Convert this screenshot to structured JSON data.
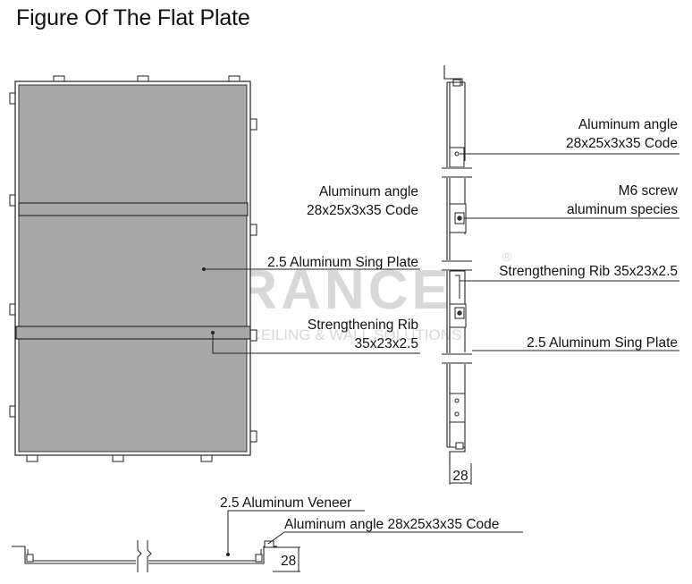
{
  "title": "Figure Of The Flat Plate",
  "watermark": {
    "brand": "PRANCE",
    "tagline": "METAL CEILING & WALL SOLUTIONS",
    "registered": "®"
  },
  "front_view": {
    "label_sing_plate": "2.5 Aluminum Sing Plate",
    "label_rib_line1": "Strengthening Rib",
    "label_rib_line2": "35x23x2.5"
  },
  "section_view": {
    "angle_left_line1": "Aluminum angle",
    "angle_left_line2": "28x25x3x35 Code",
    "angle_right_line1": "Aluminum angle",
    "angle_right_line2": "28x25x3x35 Code",
    "screw_line1": "M6 screw",
    "screw_line2": "aluminum species",
    "rib": "Strengthening Rib 35x23x2.5",
    "sing_plate": "2.5 Aluminum Sing Plate",
    "dimension": "28"
  },
  "bottom_view": {
    "veneer": "2.5 Aluminum Veneer",
    "angle": "Aluminum angle 28x25x3x35 Code",
    "dimension": "28"
  },
  "colors": {
    "panel_fill": "#a7a7a7",
    "line": "#222222",
    "watermark": "#d8d8d8"
  }
}
